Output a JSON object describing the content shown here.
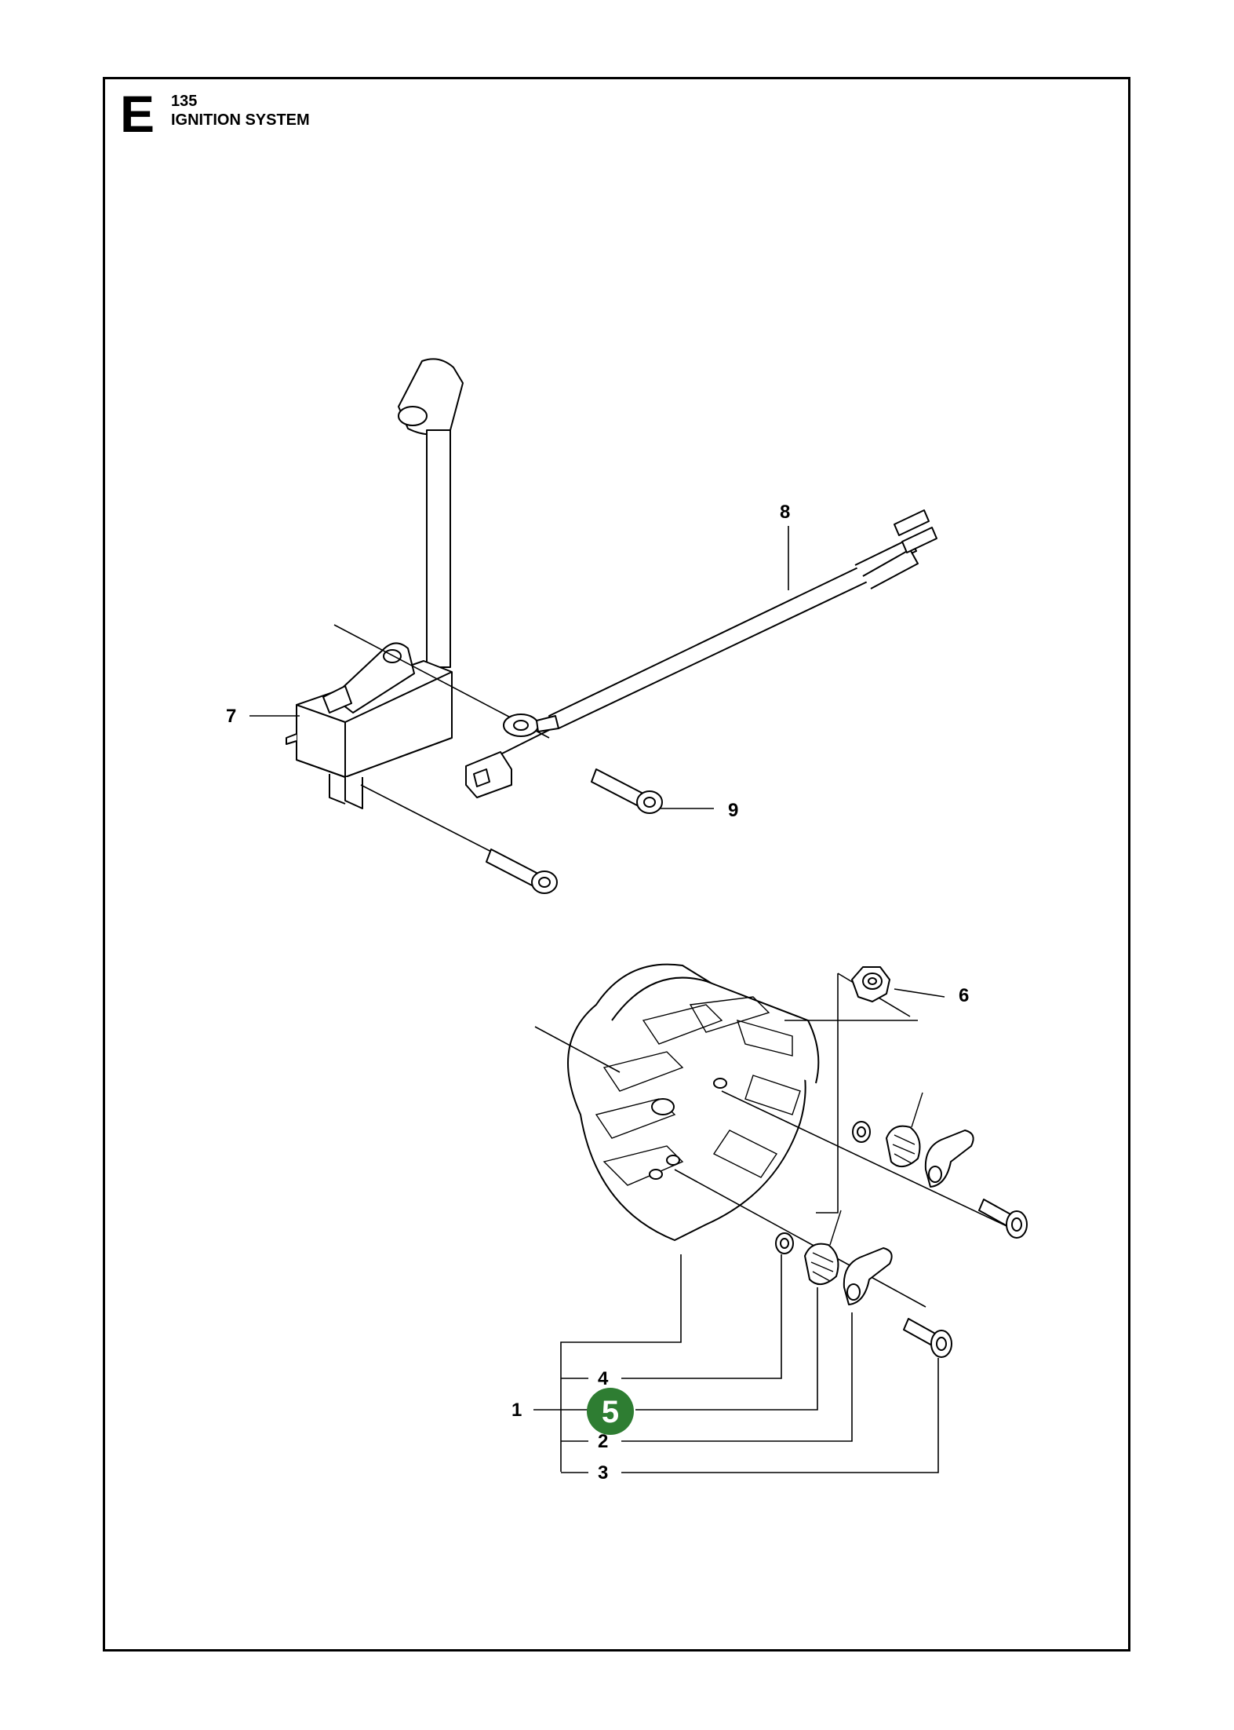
{
  "header": {
    "section_letter": "E",
    "model": "135",
    "title": "IGNITION SYSTEM"
  },
  "callouts": {
    "c1": "1",
    "c2": "2",
    "c3": "3",
    "c4": "4",
    "c5": "5",
    "c6": "6",
    "c7": "7",
    "c8": "8",
    "c9": "9"
  },
  "colors": {
    "highlight_badge": "#2e7d32",
    "badge_text": "#ffffff",
    "line": "#000000"
  }
}
